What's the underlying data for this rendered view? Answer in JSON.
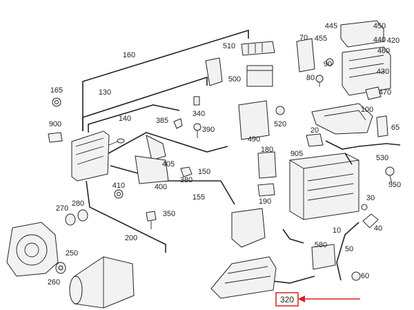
{
  "diagram": {
    "highlight": {
      "label": "320",
      "color": "#d62020"
    },
    "callouts": [
      {
        "id": "c445",
        "text": "445"
      },
      {
        "id": "c450",
        "text": "450"
      },
      {
        "id": "c455",
        "text": "455"
      },
      {
        "id": "c440",
        "text": "440"
      },
      {
        "id": "c420",
        "text": "420"
      },
      {
        "id": "c460",
        "text": "460"
      },
      {
        "id": "c70",
        "text": "70"
      },
      {
        "id": "c90",
        "text": "90"
      },
      {
        "id": "c80",
        "text": "80"
      },
      {
        "id": "c430",
        "text": "430"
      },
      {
        "id": "c470",
        "text": "470"
      },
      {
        "id": "c510",
        "text": "510"
      },
      {
        "id": "c160",
        "text": "160"
      },
      {
        "id": "c500",
        "text": "500"
      },
      {
        "id": "c165",
        "text": "165"
      },
      {
        "id": "c130",
        "text": "130"
      },
      {
        "id": "c140",
        "text": "140"
      },
      {
        "id": "c340",
        "text": "340"
      },
      {
        "id": "c385",
        "text": "385"
      },
      {
        "id": "c390",
        "text": "390"
      },
      {
        "id": "c490",
        "text": "490"
      },
      {
        "id": "c520",
        "text": "520"
      },
      {
        "id": "c100",
        "text": "100"
      },
      {
        "id": "c20",
        "text": "20"
      },
      {
        "id": "c65",
        "text": "65"
      },
      {
        "id": "c900",
        "text": "900"
      },
      {
        "id": "c180",
        "text": "180"
      },
      {
        "id": "c905",
        "text": "905"
      },
      {
        "id": "c530",
        "text": "530"
      },
      {
        "id": "c405",
        "text": "405"
      },
      {
        "id": "c150",
        "text": "150"
      },
      {
        "id": "c380",
        "text": "380"
      },
      {
        "id": "c400",
        "text": "400"
      },
      {
        "id": "c550",
        "text": "550"
      },
      {
        "id": "c410",
        "text": "410"
      },
      {
        "id": "c155",
        "text": "155"
      },
      {
        "id": "c190",
        "text": "190"
      },
      {
        "id": "c30",
        "text": "30"
      },
      {
        "id": "c270",
        "text": "270"
      },
      {
        "id": "c280",
        "text": "280"
      },
      {
        "id": "c350",
        "text": "350"
      },
      {
        "id": "c40",
        "text": "40"
      },
      {
        "id": "c10",
        "text": "10"
      },
      {
        "id": "c200",
        "text": "200"
      },
      {
        "id": "c580",
        "text": "580"
      },
      {
        "id": "c50",
        "text": "50"
      },
      {
        "id": "c250",
        "text": "250"
      },
      {
        "id": "c260",
        "text": "260"
      },
      {
        "id": "c60",
        "text": "60"
      }
    ]
  }
}
